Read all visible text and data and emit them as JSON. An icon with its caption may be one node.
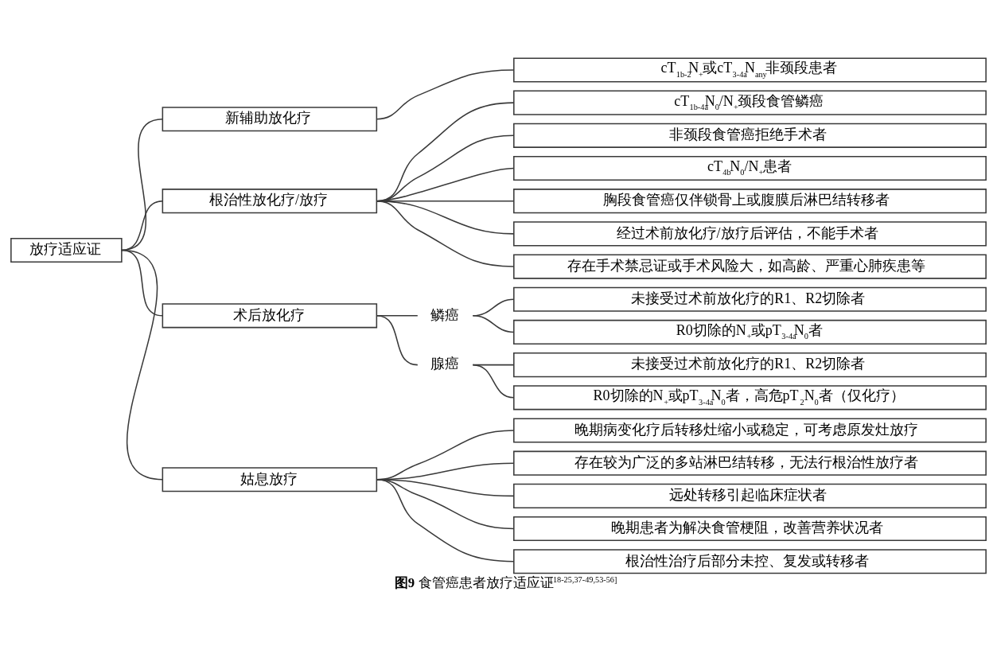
{
  "diagram": {
    "caption": "**图9** 食管癌患者放疗适应证$^{[18-25,37-49,53-56]}$",
    "nodes": [
      {
        "text": [
          "放疗适应证"
        ]
      },
      {
        "text": [
          "新辅助放化疗"
        ]
      },
      {
        "text": [
          "cT$_{1b-2}$N$_{+}$或cT$_{3-4a}$N$_{any}$非颈段患者"
        ]
      },
      {
        "text": [
          "根治性放化疗/放疗"
        ]
      },
      {
        "text": [
          "cT$_{1b-4a}$N$_{0}$/N$_{+}$颈段食管鳞癌"
        ]
      },
      {
        "text": [
          "非颈段食管癌拒绝手术者"
        ]
      },
      {
        "text": [
          "cT$_{4b}$N$_{0}$/N$_{+}$患者"
        ]
      },
      {
        "text": [
          "胸段食管癌仅伴锁骨上或腹膜后淋巴结转移者"
        ]
      },
      {
        "text": [
          "经过术前放化疗/放疗后评估，不能手术者"
        ]
      },
      {
        "text": [
          "存在手术禁忌证或手术风险大，如高龄、严重心肺疾患等"
        ]
      },
      {
        "text": [
          "术后放化疗"
        ]
      },
      {
        "text": [
          "鳞癌"
        ]
      },
      {
        "text": [
          "未接受过术前放化疗的R1、R2切除者"
        ]
      },
      {
        "text": [
          "R0切除的N$_{+}$或pT$_{3-4a}$N$_{0}$者"
        ]
      },
      {
        "text": [
          "腺癌"
        ]
      },
      {
        "text": [
          "未接受过术前放化疗的R1、R2切除者"
        ]
      },
      {
        "text": [
          "R0切除的N$_{+}$或pT$_{3-4a}$N$_{0}$者，高危pT$_{2}$N$_{0}$者（仅化疗）"
        ]
      },
      {
        "text": [
          "姑息放疗"
        ]
      },
      {
        "text": [
          "晚期病变化疗后转移灶缩小或稳定，可考虑原发灶放疗"
        ]
      },
      {
        "text": [
          "存在较为广泛的多站淋巴结转移，无法行根治性放疗者"
        ]
      },
      {
        "text": [
          "远处转移引起临床症状者"
        ]
      },
      {
        "text": [
          "晚期患者为解决食管梗阻，改善营养状况者"
        ]
      },
      {
        "text": [
          "根治性治疗后部分未控、复发或转移者"
        ]
      }
    ],
    "edges": [
      {
        "from": 0,
        "to": 1,
        "arrow": "none"
      },
      {
        "from": 0,
        "to": 3,
        "arrow": "none"
      },
      {
        "from": 0,
        "to": 10,
        "arrow": "none"
      },
      {
        "from": 0,
        "to": 17,
        "arrow": "none"
      },
      {
        "from": 1,
        "to": 2,
        "arrow": "none"
      },
      {
        "from": 3,
        "to": 4,
        "arrow": "none"
      },
      {
        "from": 3,
        "to": 5,
        "arrow": "none"
      },
      {
        "from": 3,
        "to": 6,
        "arrow": "none"
      },
      {
        "from": 3,
        "to": 7,
        "arrow": "none"
      },
      {
        "from": 3,
        "to": 8,
        "arrow": "none"
      },
      {
        "from": 3,
        "to": 9,
        "arrow": "none"
      },
      {
        "from": 10,
        "to": 11,
        "arrow": "none"
      },
      {
        "from": 10,
        "to": 14,
        "arrow": "none"
      },
      {
        "from": 11,
        "to": 12,
        "arrow": "none"
      },
      {
        "from": 11,
        "to": 13,
        "arrow": "none"
      },
      {
        "from": 14,
        "to": 15,
        "arrow": "none"
      },
      {
        "from": 14,
        "to": 16,
        "arrow": "none"
      },
      {
        "from": 17,
        "to": 18,
        "arrow": "none"
      },
      {
        "from": 17,
        "to": 19,
        "arrow": "none"
      },
      {
        "from": 17,
        "to": 20,
        "arrow": "none"
      },
      {
        "from": 17,
        "to": 21,
        "arrow": "none"
      },
      {
        "from": 17,
        "to": 22,
        "arrow": "none"
      }
    ]
  }
}
